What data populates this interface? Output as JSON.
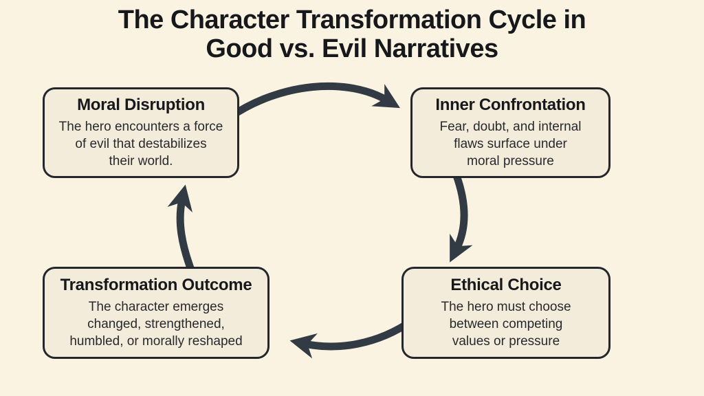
{
  "colors": {
    "background": "#faf3e2",
    "box_fill": "#f3ecda",
    "box_border": "#24262b",
    "arrow": "#323a44",
    "title_text": "#17181b",
    "body_text": "#28292d"
  },
  "title": {
    "line1": "The Character Transformation Cycle in",
    "line2": "Good vs. Evil Narratives"
  },
  "nodes": [
    {
      "id": "moral-disruption",
      "title": "Moral Disruption",
      "body_lines": [
        "The hero encounters a force",
        "of evil that destabilizes",
        "their world."
      ]
    },
    {
      "id": "inner-confrontation",
      "title": "Inner Confrontation",
      "body_lines": [
        "Fear, doubt, and internal",
        "flaws surface under",
        "moral pressure"
      ]
    },
    {
      "id": "ethical-choice",
      "title": "Ethical Choice",
      "body_lines": [
        "The hero must choose",
        "between competing",
        "values or pressure"
      ]
    },
    {
      "id": "transformation-outcome",
      "title": "Transformation Outcome",
      "body_lines": [
        "The character emerges",
        "changed, strengthened,",
        "humbled, or morally reshaped"
      ]
    }
  ],
  "arrows": [
    {
      "from": "Moral Disruption",
      "to": "Inner Confrontation",
      "position": "top"
    },
    {
      "from": "Inner Confrontation",
      "to": "Ethical Choice",
      "position": "right"
    },
    {
      "from": "Ethical Choice",
      "to": "Transformation Outcome",
      "position": "bottom"
    },
    {
      "from": "Transformation Outcome",
      "to": "Moral Disruption",
      "position": "left"
    }
  ]
}
